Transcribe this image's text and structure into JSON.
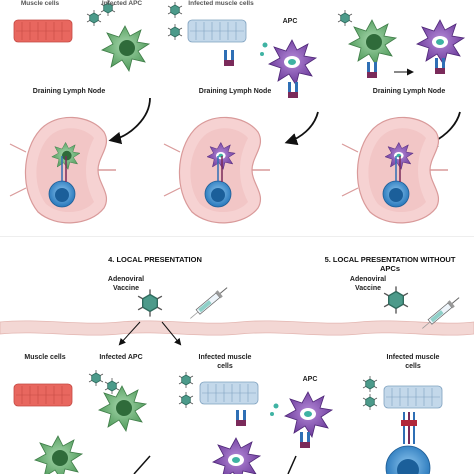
{
  "top_row": {
    "cut_labels": [
      "Muscle cells",
      "Infected APC",
      "Infected muscle cells"
    ],
    "apc_label": "APC",
    "lymph_node_labels": [
      "Draining Lymph Node",
      "Draining Lymph Node",
      "Draining Lymph Node"
    ]
  },
  "section4": {
    "title": "4. LOCAL PRESENTATION",
    "vaccine_label_1": "Adenoviral",
    "vaccine_label_2": "Vaccine",
    "muscle_cells": "Muscle cells",
    "infected_apc": "Infected APC",
    "infected_muscle_1": "Infected muscle",
    "infected_muscle_2": "cells",
    "apc": "APC"
  },
  "section5": {
    "title_1": "5. LOCAL PRESENTATION WITHOUT",
    "title_2": "APCs",
    "vaccine_label_1": "Adenoviral",
    "vaccine_label_2": "Vaccine",
    "infected_muscle_1": "Infected muscle",
    "infected_muscle_2": "cells"
  },
  "colors": {
    "muscle": "#e8615c",
    "muscle_blue": "#bcd3e6",
    "apc_green": "#67a86f",
    "apc_purple": "#8a55b5",
    "lymph": "#f2c5c5",
    "tcell": "#2e8ccf",
    "skin": "#f3d9d7"
  }
}
